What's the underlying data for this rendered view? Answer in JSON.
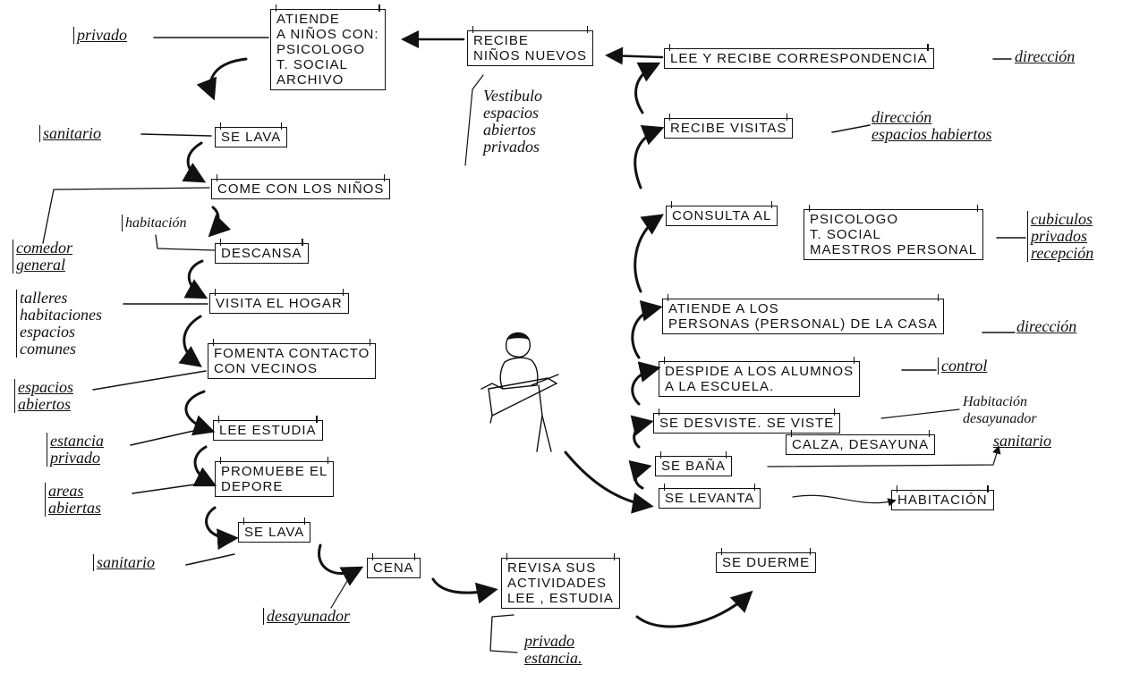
{
  "boxes": {
    "atiende_ninos": "ATIENDE\nA NIÑOS CON:\nPSICOLOGO\nT. SOCIAL\nARCHIVO",
    "recibe_ninos": "RECIBE\nNIÑOS NUEVOS",
    "lee_correspondencia": "LEE Y RECIBE CORRESPONDENCIA",
    "se_lava_1": "SE LAVA",
    "come": "COME CON LOS NIÑOS",
    "descansa": "DESCANSA",
    "visita": "VISITA EL HOGAR",
    "fomenta": "FOMENTA CONTACTO\nCON VECINOS",
    "lee_estudia": "LEE ESTUDIA",
    "promueve": "PROMUEBE EL\nDEPORE",
    "se_lava_2": "SE LAVA",
    "cena": "CENA",
    "revisa": "REVISA SUS\nACTIVIDADES\nLEE , ESTUDIA",
    "se_duerme": "SE DUERME",
    "recibe_visitas": "RECIBE VISITAS",
    "consulta": "CONSULTA AL",
    "consulta_list": "PSICOLOGO\nT. SOCIAL\nMAESTROS PERSONAL",
    "atiende_personas": "ATIENDE A LOS\nPERSONAS (PERSONAL) DE LA CASA",
    "despide": "DESPIDE A LOS ALUMNOS\nA LA ESCUELA.",
    "se_desviste": "SE DESVISTE. SE VISTE",
    "calza": "CALZA, DESAYUNA",
    "se_bana": "SE BAÑA",
    "se_levanta": "SE LEVANTA",
    "habitacion_box": "HABITACIÓN"
  },
  "labels": {
    "privado": "privado",
    "vestibulo": "Vestibulo\nespacios\nabiertos\nprivados",
    "direccion_1": "dirección",
    "sanitario_1": "sanitario",
    "comedor": "comedor\ngeneral",
    "habitacion": "habitación",
    "talleres": "talleres\nhabitaciones\nespacios\ncomunes",
    "espacios_abiertos": "espacios\nabiertos",
    "estancia": "estancia\nprivado",
    "areas": "areas\nabiertas",
    "sanitario_2": "sanitario",
    "desayunador": "desayunador",
    "privado_estancia": "privado\nestancia.",
    "direccion_2": "dirección\nespacios habiertos",
    "cubiculos": "cubiculos\nprivados\nrecepción",
    "direccion_3": "dirección",
    "control": "control",
    "hab_desayunador": "Habitación\ndesayunador",
    "sanitario_3": "sanitario"
  }
}
